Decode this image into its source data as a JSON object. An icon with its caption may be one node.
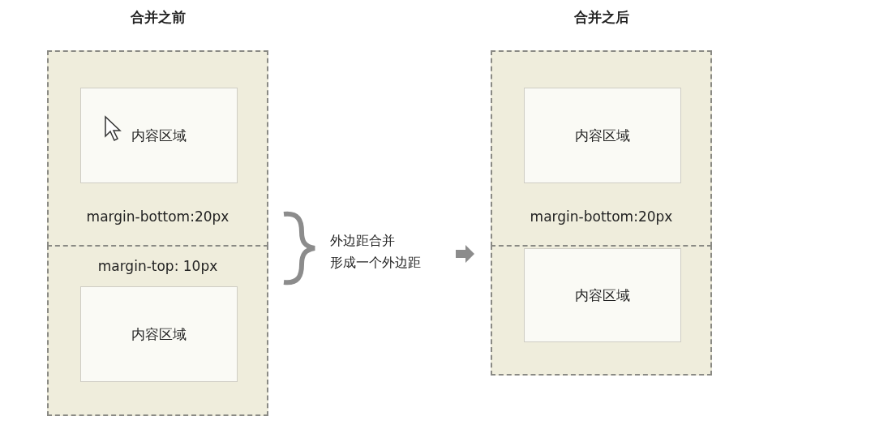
{
  "diagram": {
    "nodes": [
      {
        "text": [
          "margin-bottom:20px"
        ]
      },
      {
        "text": [
          "内容区域"
        ],
        "in": 0
      },
      {
        "text": [
          "margin-top: 10px"
        ]
      },
      {
        "text": [
          "内容区域"
        ],
        "in": 2
      },
      {
        "text": [
          "margin-bottom:20px"
        ]
      },
      {
        "text": [
          "内容区域"
        ],
        "in": 4
      },
      {
        "text": [],
        "shape": "box"
      },
      {
        "text": [
          "内容区域"
        ],
        "in": 6
      }
    ],
    "edges": [],
    "labels": [
      "合并之前",
      "合并之后",
      "外边距合并",
      "形成一个外边距"
    ]
  }
}
